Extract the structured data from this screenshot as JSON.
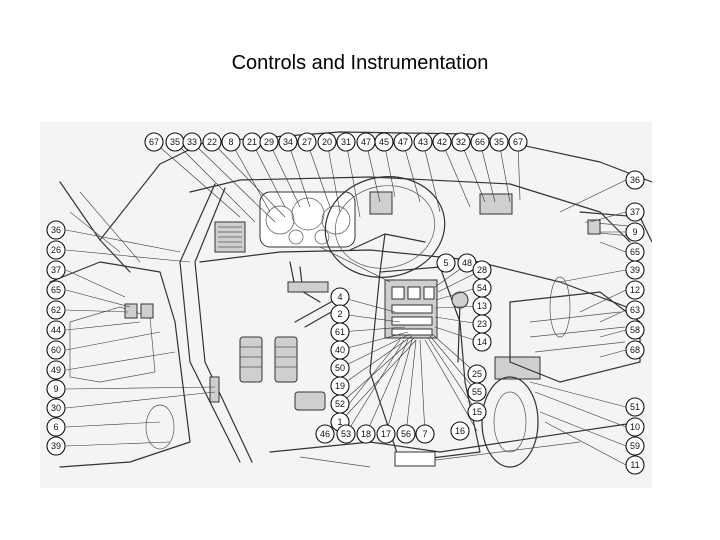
{
  "title": "Controls and Instrumentation",
  "callouts": {
    "top": [
      "67",
      "35",
      "33",
      "22",
      "8",
      "21",
      "29",
      "34",
      "27",
      "20",
      "31",
      "47",
      "45",
      "47",
      "43",
      "42",
      "32",
      "66",
      "35",
      "67"
    ],
    "left": [
      "36",
      "26",
      "37",
      "65",
      "62",
      "44",
      "60",
      "49",
      "9",
      "30",
      "6",
      "39"
    ],
    "right": [
      "36",
      "37",
      "9",
      "65",
      "39",
      "12",
      "63",
      "58",
      "68",
      "51",
      "10",
      "59",
      "11"
    ],
    "center_column": [
      "5",
      "4",
      "2",
      "61",
      "40",
      "50",
      "19",
      "52",
      "1"
    ],
    "console_column": [
      "48",
      "28",
      "54",
      "13",
      "23",
      "14",
      "25",
      "55",
      "15",
      "16"
    ],
    "bottom_row": [
      "46",
      "53",
      "18",
      "17",
      "56",
      "7"
    ]
  }
}
